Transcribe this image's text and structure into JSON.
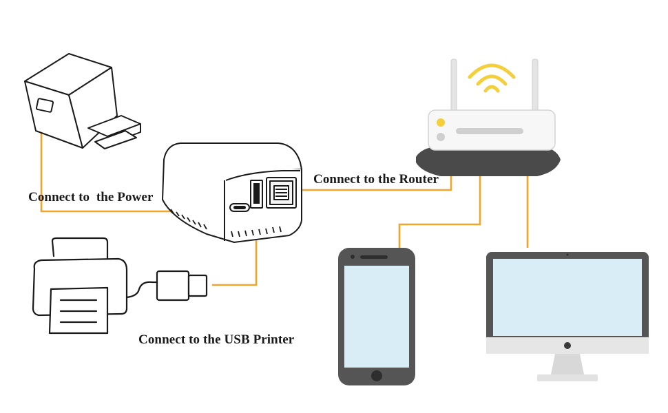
{
  "labels": {
    "power": "Connect to  the Power",
    "router": "Connect to the Router",
    "usb_printer": "Connect to the USB Printer"
  },
  "colors": {
    "cable": "#f0a52c",
    "wifi": "#f2cf3b",
    "outline": "#1a1a1a",
    "device_gray": "#5a5a5a",
    "screen_blue": "#d9edf7"
  },
  "icons": [
    "power-adapter-icon",
    "print-server-icon",
    "printer-icon",
    "usb-plug-icon",
    "router-icon",
    "wifi-icon",
    "smartphone-icon",
    "desktop-monitor-icon"
  ]
}
